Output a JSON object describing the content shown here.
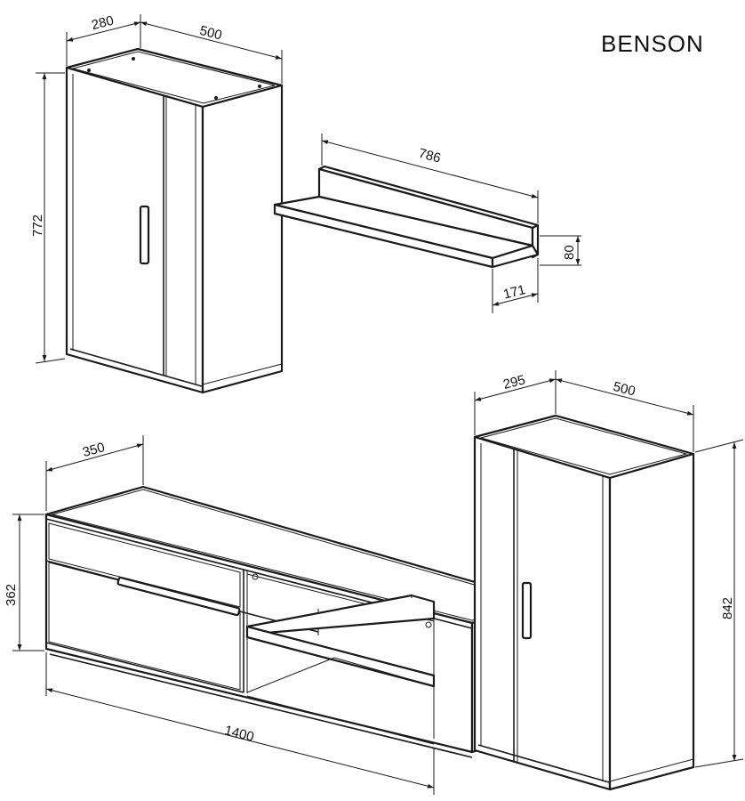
{
  "title": "BENSON",
  "wall_cabinet": {
    "depth": "280",
    "width": "500",
    "height": "772"
  },
  "shelf": {
    "width": "786",
    "height": "80",
    "depth": "171"
  },
  "tv_unit": {
    "depth": "350",
    "height": "362",
    "width": "1400"
  },
  "tall_cabinet": {
    "depth": "295",
    "width": "500",
    "height": "842"
  }
}
